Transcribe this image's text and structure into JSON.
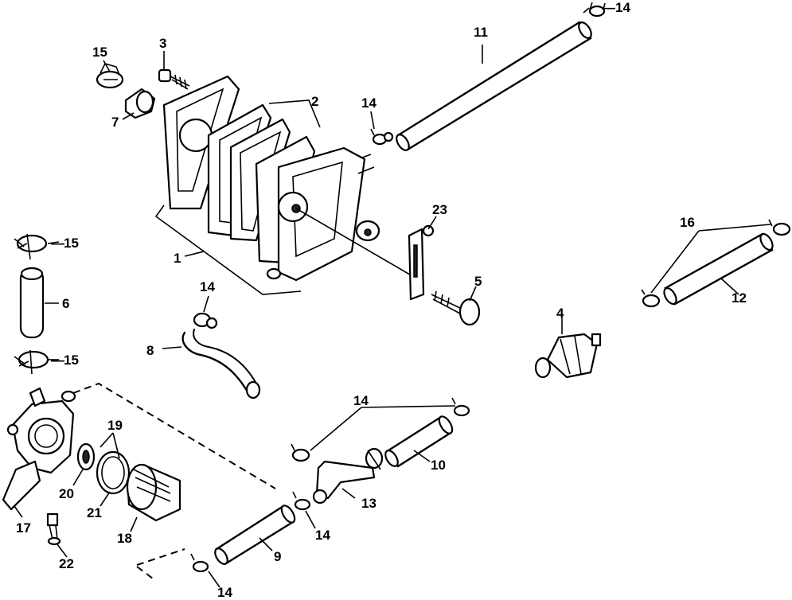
{
  "callouts": {
    "c1": "1",
    "c2": "2",
    "c3": "3",
    "c4": "4",
    "c5": "5",
    "c6": "6",
    "c7": "7",
    "c8": "8",
    "c9": "9",
    "c10": "10",
    "c11": "11",
    "c12": "12",
    "c13": "13",
    "c14a": "14",
    "c14b": "14",
    "c14c": "14",
    "c14d": "14",
    "c14e": "14",
    "c14f": "14",
    "c15a": "15",
    "c15b": "15",
    "c15c": "15",
    "c16": "16",
    "c17": "17",
    "c18": "18",
    "c19": "19",
    "c20": "20",
    "c21": "21",
    "c22": "22",
    "c23": "23"
  }
}
